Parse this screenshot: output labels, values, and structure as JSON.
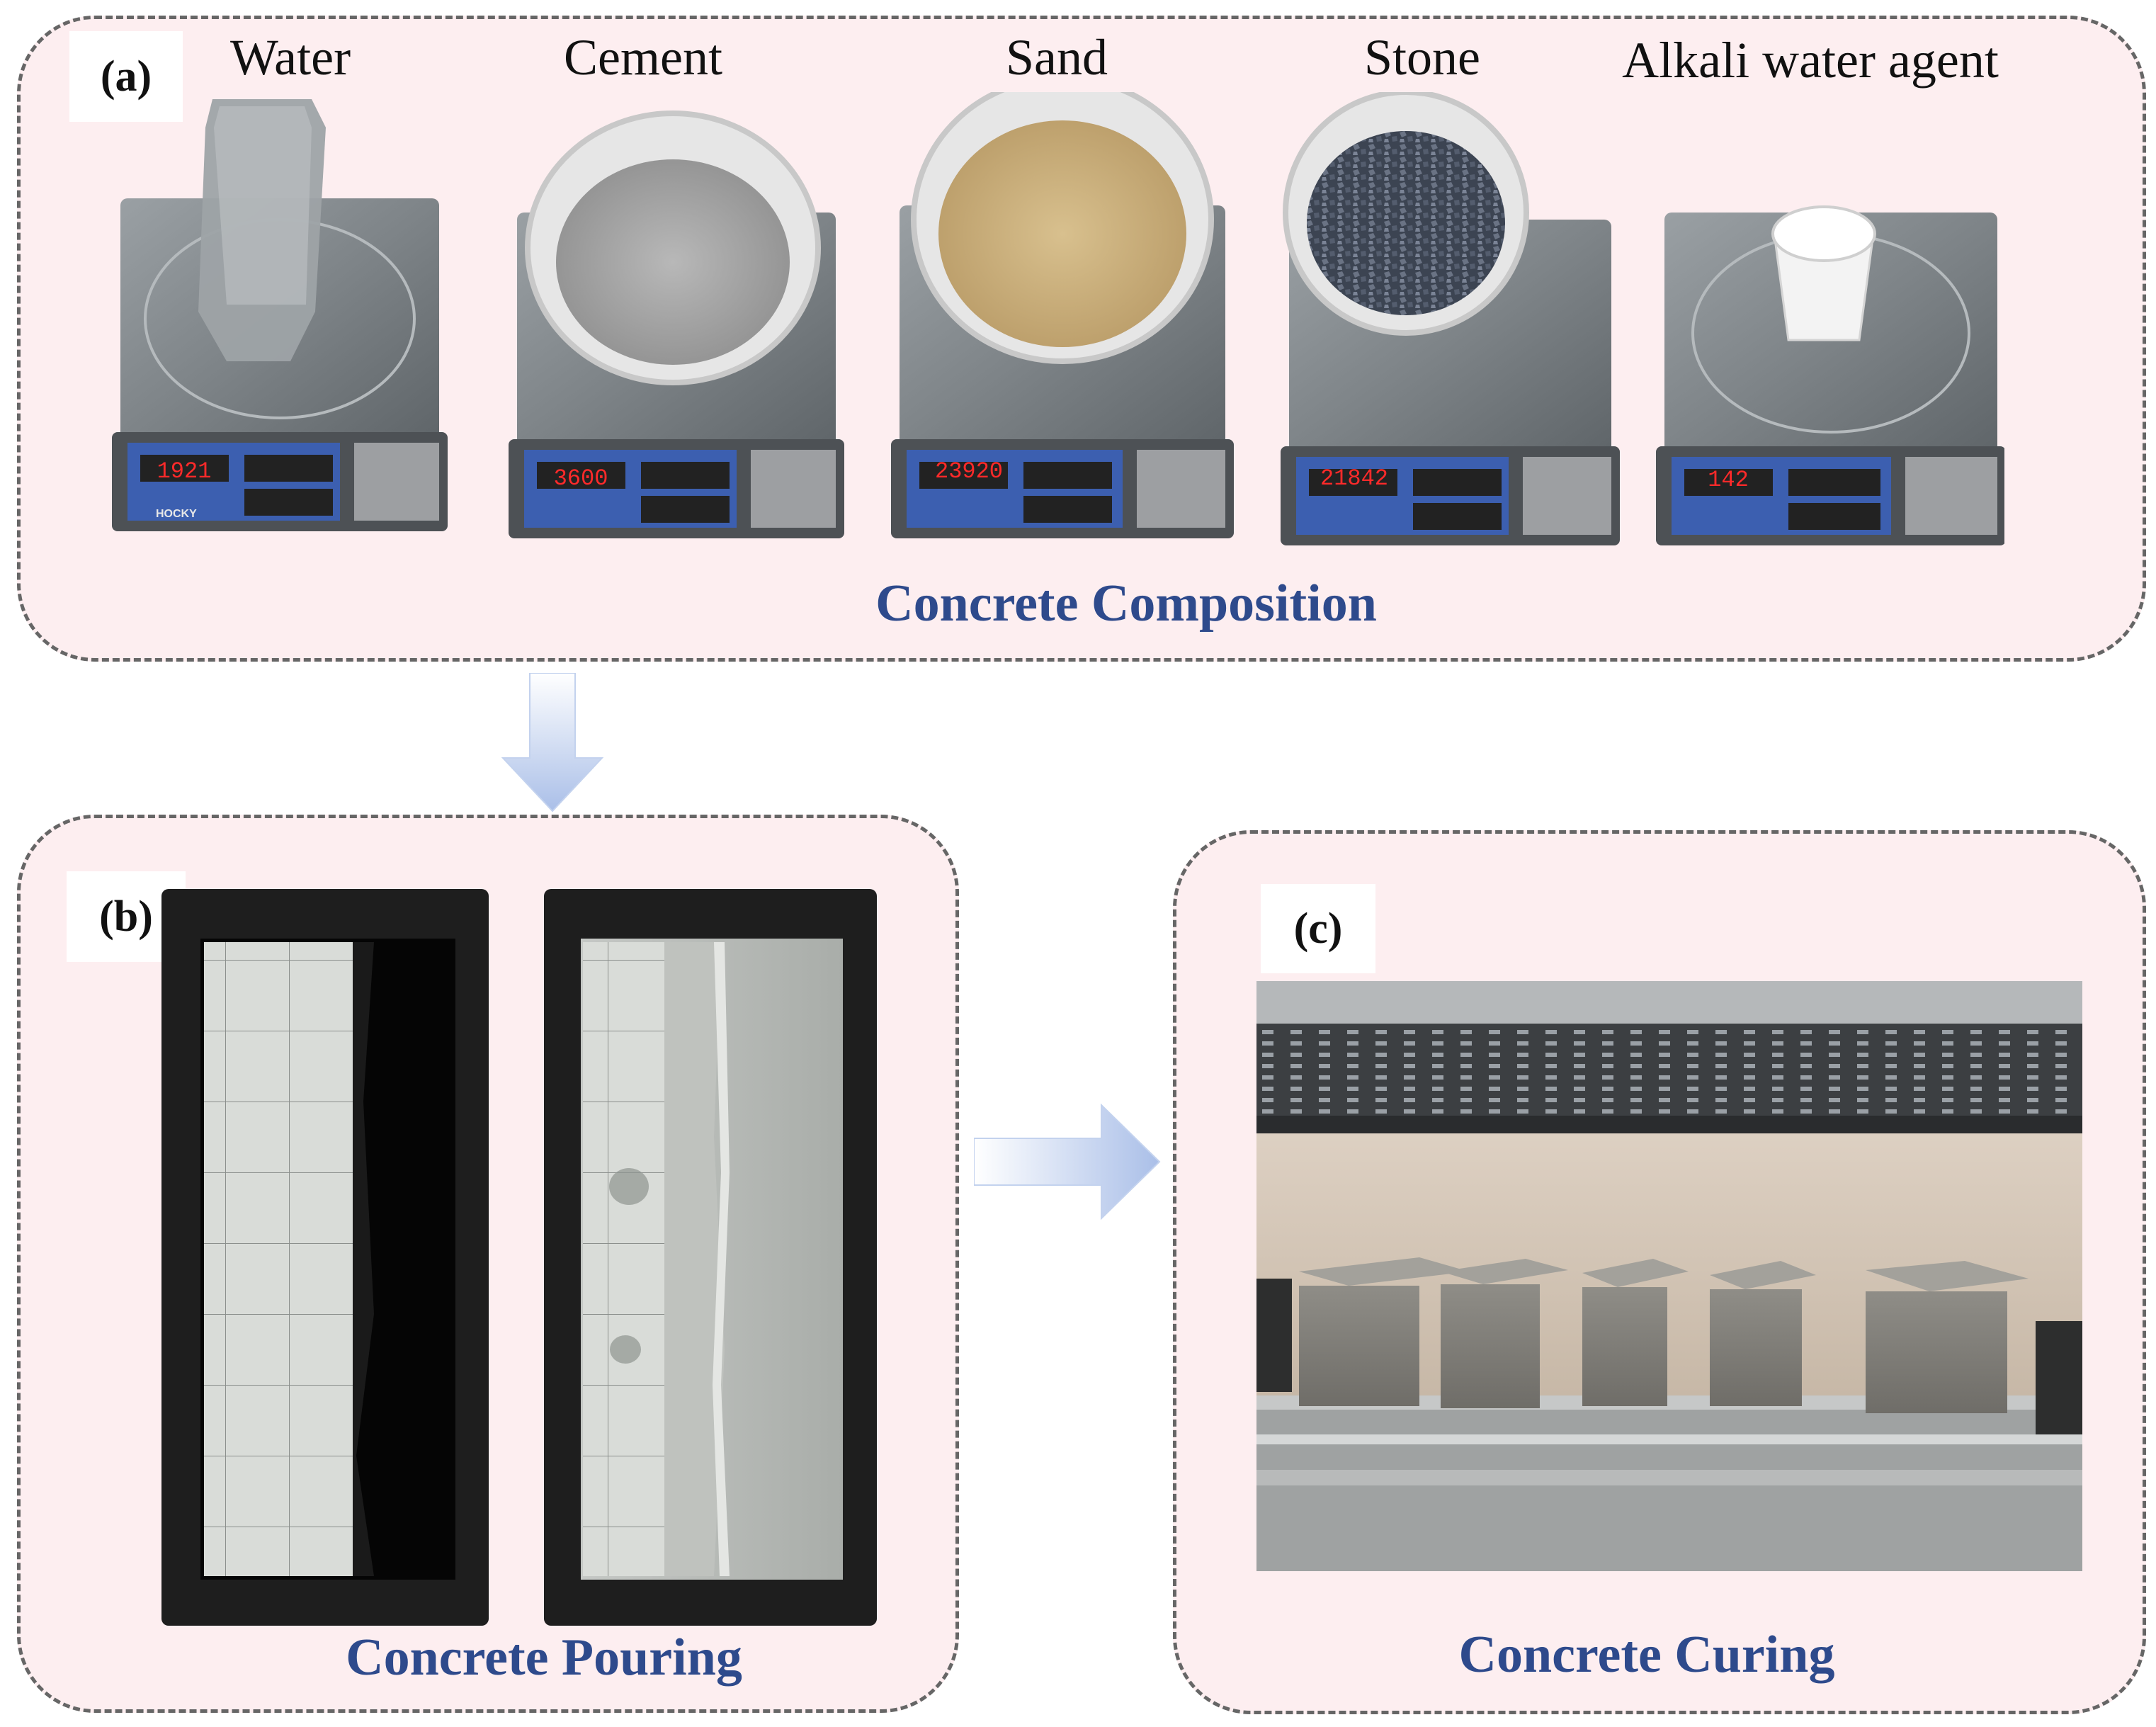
{
  "panel_a": {
    "tag": "(a)",
    "materials": [
      {
        "label": "Water",
        "display": "1921"
      },
      {
        "label": "Cement",
        "display": "3600"
      },
      {
        "label": "Sand",
        "display": "23920"
      },
      {
        "label": "Stone",
        "display": "21842"
      },
      {
        "label": "Alkali water agent",
        "display": "142"
      }
    ],
    "scale_brand": "HOCKY",
    "caption": "Concrete Composition"
  },
  "panel_b": {
    "tag": "(b)",
    "caption": "Concrete Pouring"
  },
  "panel_c": {
    "tag": "(c)",
    "caption": "Concrete Curing"
  },
  "colors": {
    "panel_fill": "#fdeef0",
    "caption_text": "#2e4a8c",
    "arrow": "#aabfe8",
    "led": "#ff2a2a"
  }
}
